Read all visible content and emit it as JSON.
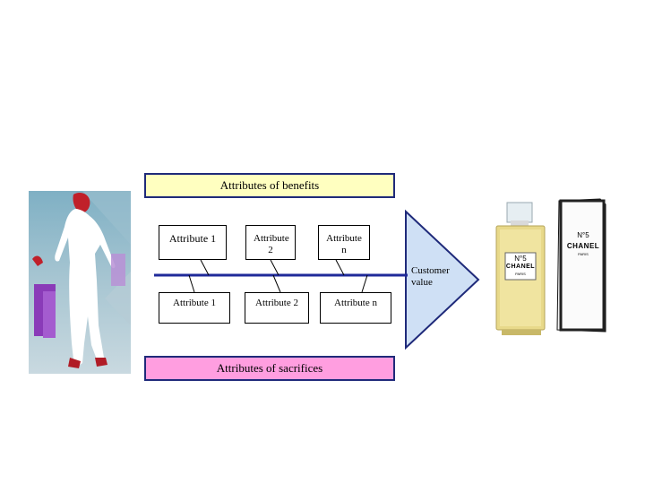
{
  "benefits_header": "Attributes of benefits",
  "sacrifices_header": "Attributes of sacrifices",
  "benefit_attributes": [
    "Attribute 1",
    "Attribute 2",
    "Attribute n"
  ],
  "sacrifice_attributes": [
    "Attribute 1",
    "Attribute 2",
    "Attribute n"
  ],
  "outcome": "Customer value",
  "perfume": {
    "bottle_brand": "CHANEL",
    "bottle_number": "N°5",
    "bottle_city": "PARIS",
    "box_brand": "CHANEL",
    "box_number": "N°5",
    "box_city": "PARIS"
  },
  "colors": {
    "benefits_fill": "#ffffc0",
    "sacrifices_fill": "#ff9ee0",
    "spine_line": "#1f2a9a",
    "arrow_fill": "#cfe0f5",
    "arrow_border": "#1f2a7a"
  },
  "icons": {
    "left_image": "shopper-silhouette-illustration",
    "right_image": "perfume-bottle-and-box-photo"
  }
}
